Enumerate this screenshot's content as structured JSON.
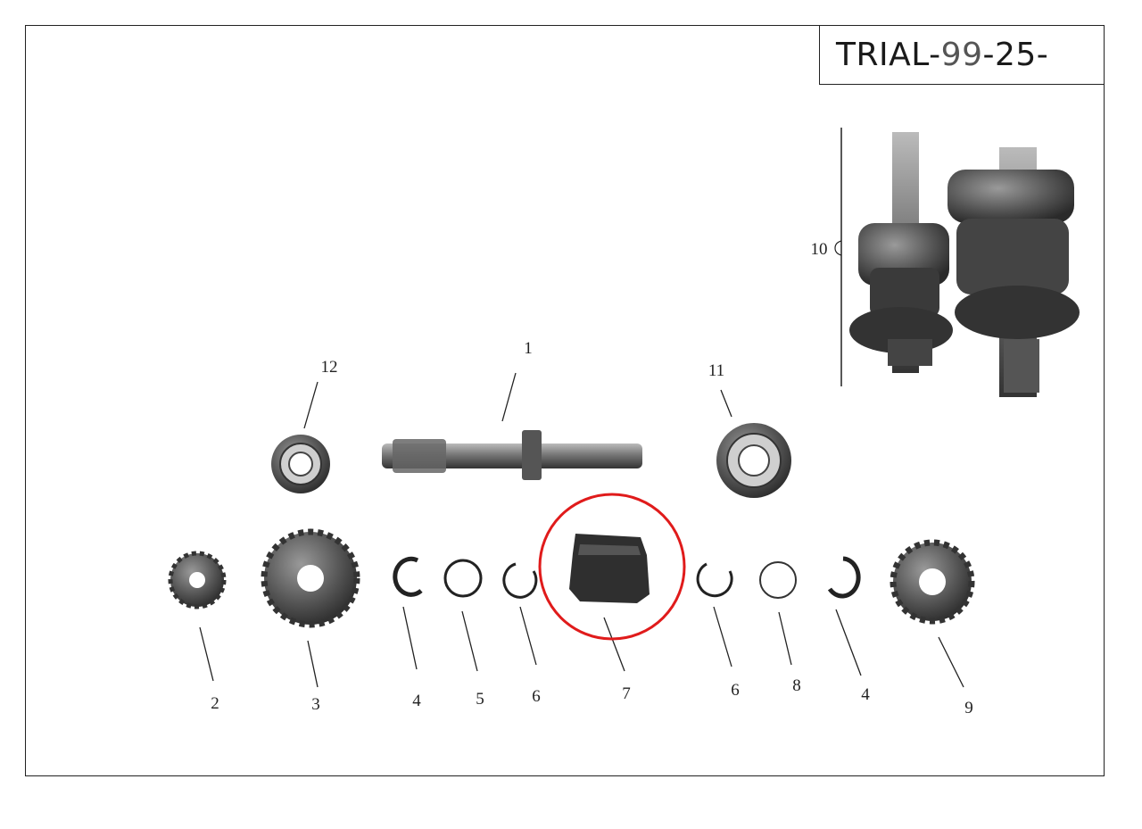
{
  "title": {
    "prefix": "TRIAL-",
    "model": "99",
    "page": " -25-"
  },
  "part_labels": {
    "p1": "1",
    "p2": "2",
    "p3": "3",
    "p4a": "4",
    "p5": "5",
    "p6a": "6",
    "p7": "7",
    "p6b": "6",
    "p8": "8",
    "p4b": "4",
    "p9": "9",
    "p10": "10",
    "p11": "11",
    "p12": "12"
  },
  "highlight": {
    "color": "#e01b1b",
    "target_part": "7"
  }
}
